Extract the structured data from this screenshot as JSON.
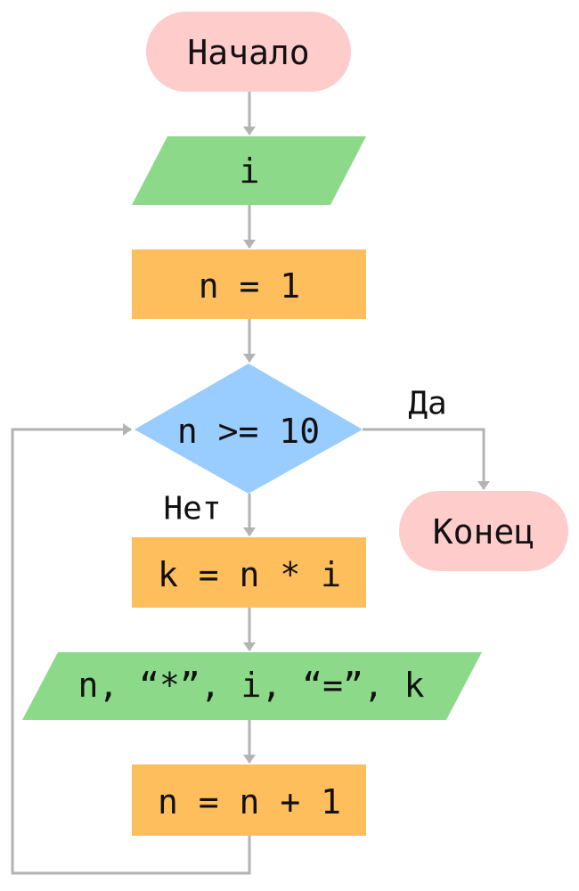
{
  "nodes": {
    "start": "Начало",
    "input": "i",
    "init": "n = 1",
    "decision": "n >= 10",
    "compute": "k = n * i",
    "output": "n, “*”, i, “=”, k",
    "increment": "n = n + 1",
    "end": "Конец"
  },
  "branches": {
    "yes": "Да",
    "no": "Нет"
  },
  "colors": {
    "terminal": "#ffcccc",
    "io": "#8dd98a",
    "process": "#ffbe5c",
    "decision": "#99ccff",
    "connector": "#b3b3b3"
  }
}
